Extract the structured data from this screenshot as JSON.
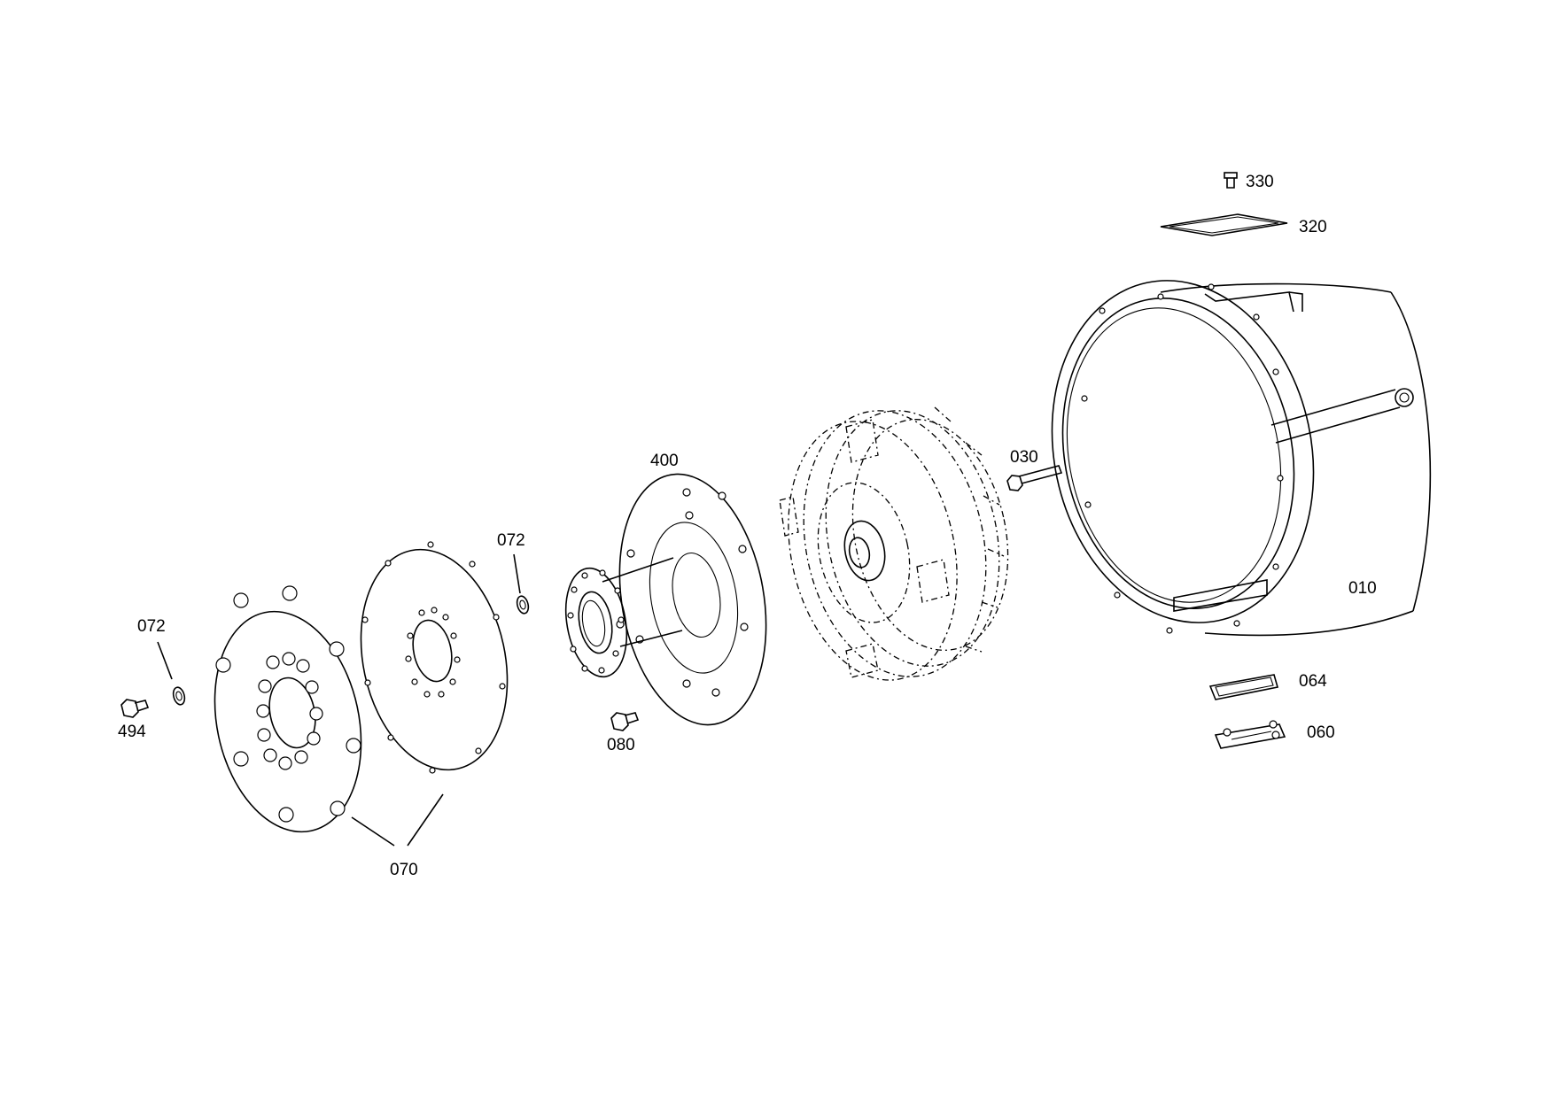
{
  "parts": {
    "p010": "010",
    "p030": "030",
    "p060": "060",
    "p064": "064",
    "p070": "070",
    "p072a": "072",
    "p072b": "072",
    "p080": "080",
    "p320": "320",
    "p330": "330",
    "p400": "400",
    "p494": "494"
  }
}
